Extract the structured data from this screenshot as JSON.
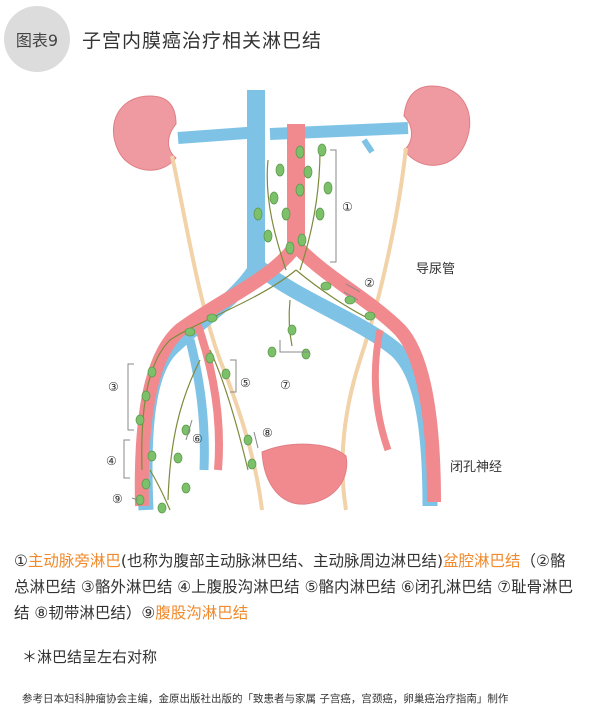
{
  "badge": "图表9",
  "title": "子宫内膜癌治疗相关淋巴结",
  "labels": {
    "ureter": "导尿管",
    "obturator_nerve": "闭孔神经"
  },
  "markers": {
    "m1": "①",
    "m2": "②",
    "m3": "③",
    "m4": "④",
    "m5": "⑤",
    "m6": "⑥",
    "m7": "⑦",
    "m8": "⑧",
    "m9": "⑨"
  },
  "caption": {
    "p1": "①",
    "p2": "主动脉旁淋巴",
    "p3": "(也称为腹部主动脉淋巴结、主动脉周边淋巴结)",
    "p4": "盆腔淋巴结",
    "p5": "（②骼总淋巴结 ③骼外淋巴结 ④上腹股沟淋巴结 ⑤骼内淋巴结 ⑥闭孔淋巴结 ⑦耻骨淋巴结 ⑧韧带淋巴结）",
    "p6": "⑨",
    "p7": "腹股沟淋巴结"
  },
  "note": "＊淋巴结呈左右对称",
  "credit": "参考日本妇科肿瘤协会主编，金原出版社出版的「致患者与家属 子宫癌，宫颈癌，卵巢癌治疗指南」制作",
  "colors": {
    "artery": "#f08a8e",
    "vein": "#7ec3e6",
    "ureter": "#f2d2a8",
    "node": "#7cc06a",
    "lymph_vessel": "#7f8a3c",
    "accent": "#f08a2c"
  }
}
